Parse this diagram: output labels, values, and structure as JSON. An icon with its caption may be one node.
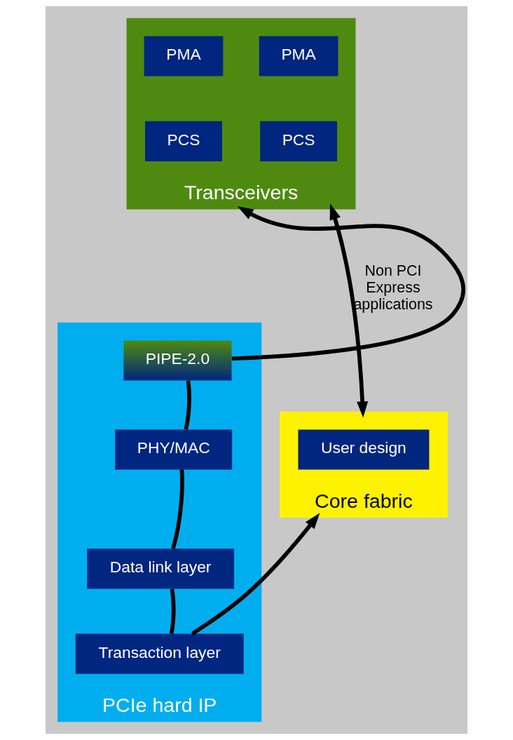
{
  "diagram": {
    "nodes": [
      {
        "text": [
          "Transceivers"
        ]
      },
      {
        "text": [
          "PMA"
        ],
        "in": 0
      },
      {
        "text": [
          "PMA"
        ],
        "in": 0
      },
      {
        "text": [
          "PCS"
        ],
        "in": 0
      },
      {
        "text": [
          "PCS"
        ],
        "in": 0
      },
      {
        "text": [
          "Core fabric"
        ]
      },
      {
        "text": [
          "User design"
        ],
        "in": 5
      },
      {
        "text": [
          "PCIe hard IP"
        ]
      },
      {
        "text": [
          "PIPE-2.0"
        ],
        "in": 7
      },
      {
        "text": [
          "PHY/MAC"
        ],
        "in": 7
      },
      {
        "text": [
          "Data link layer"
        ],
        "in": 7
      },
      {
        "text": [
          "Transaction layer"
        ],
        "in": 7
      }
    ],
    "edges": [
      {
        "from": 0,
        "to": 5,
        "arrow": "both",
        "label": "Non PCI Express applications"
      },
      {
        "from": 11,
        "to": 10,
        "arrow": "none"
      },
      {
        "from": 10,
        "to": 9,
        "arrow": "none"
      },
      {
        "from": 9,
        "to": 8,
        "arrow": "none"
      },
      {
        "from": 8,
        "to": 0,
        "arrow": "to"
      },
      {
        "from": 11,
        "to": 5,
        "arrow": "to"
      }
    ]
  }
}
